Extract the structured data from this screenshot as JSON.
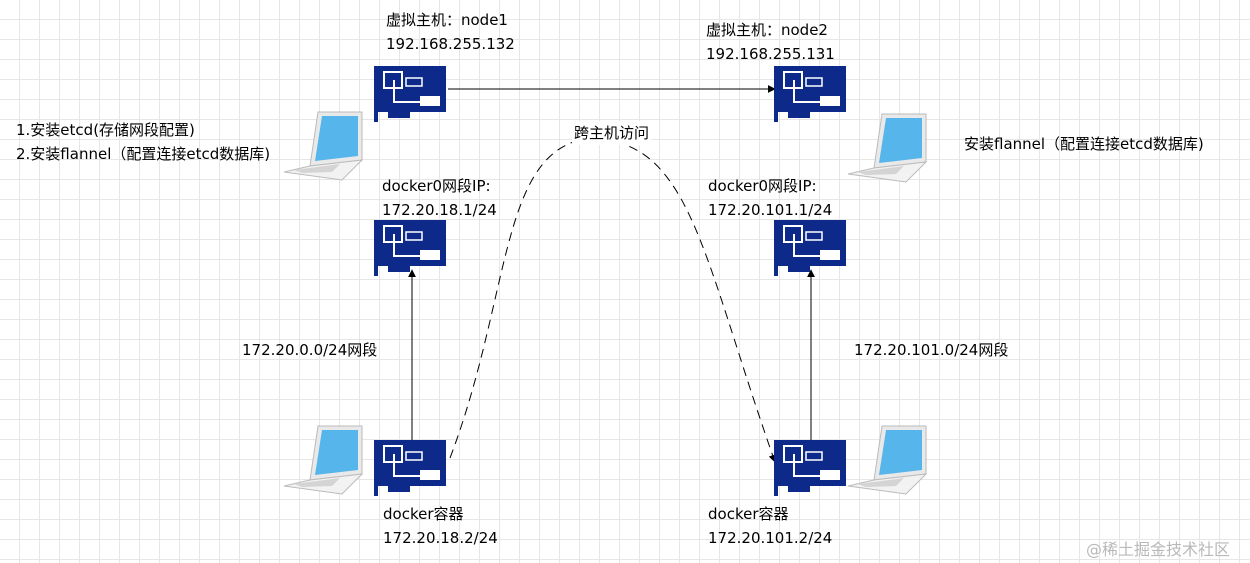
{
  "node1": {
    "title": "虚拟主机：node1",
    "ip": "192.168.255.132",
    "docker0_label": "docker0网段IP:",
    "docker0_ip": "172.20.18.1/24",
    "subnet": "172.20.0.0/24网段",
    "container_label": "docker容器",
    "container_ip": "172.20.18.2/24",
    "steps": [
      "1.安装etcd(存储网段配置)",
      "2.安装flannel（配置连接etcd数据库)"
    ]
  },
  "node2": {
    "title": "虚拟主机：node2",
    "ip": "192.168.255.131",
    "docker0_label": "docker0网段IP:",
    "docker0_ip": "172.20.101.1/24",
    "subnet": "172.20.101.0/24网段",
    "container_label": "docker容器",
    "container_ip": "172.20.101.2/24",
    "note": "安装flannel（配置连接etcd数据库)"
  },
  "cross_host_label": "跨主机访问",
  "watermark": "@稀土掘金技术社区",
  "colors": {
    "nic": "#0d2a8a",
    "laptop_screen": "#56b5ea",
    "line": "#000000"
  },
  "icons": {
    "network_card": "network-card-icon",
    "laptop": "laptop-icon"
  }
}
